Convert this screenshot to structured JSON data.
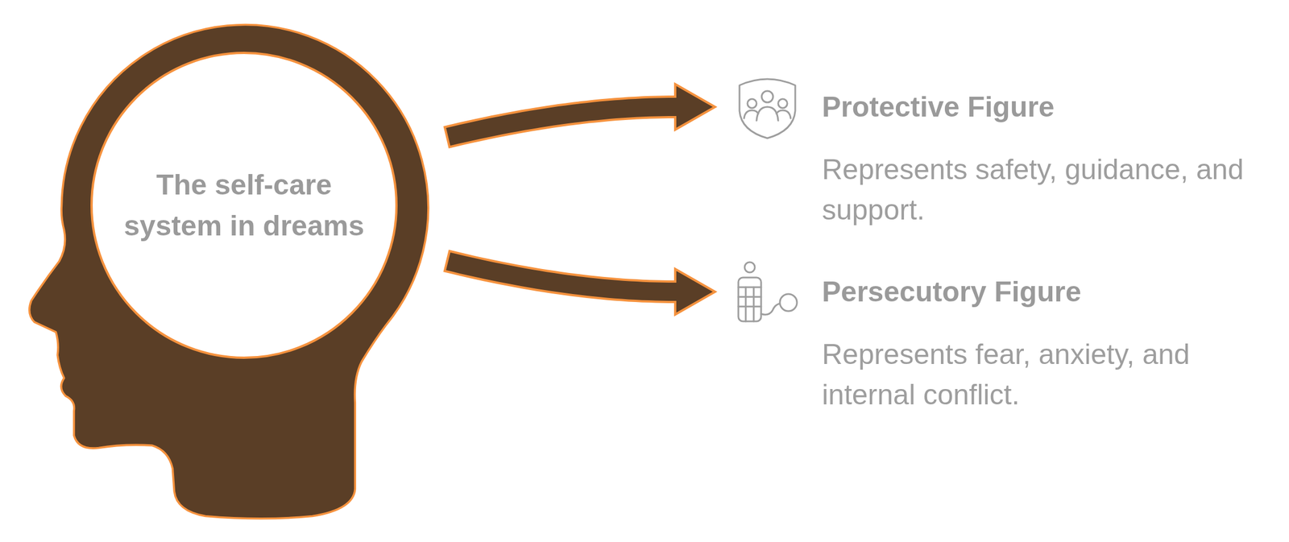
{
  "diagram": {
    "nodes": [
      {
        "text": [
          "The self-care system in dreams"
        ]
      },
      {
        "text": [
          "Protective Figure",
          "Represents safety, guidance, and support."
        ]
      },
      {
        "text": [
          "Persecutory Figure",
          "Represents fear, anxiety, and internal conflict."
        ]
      }
    ],
    "edges": [
      {
        "from": 0,
        "to": 1,
        "arrow": "to"
      },
      {
        "from": 0,
        "to": 2,
        "arrow": "to"
      }
    ]
  }
}
